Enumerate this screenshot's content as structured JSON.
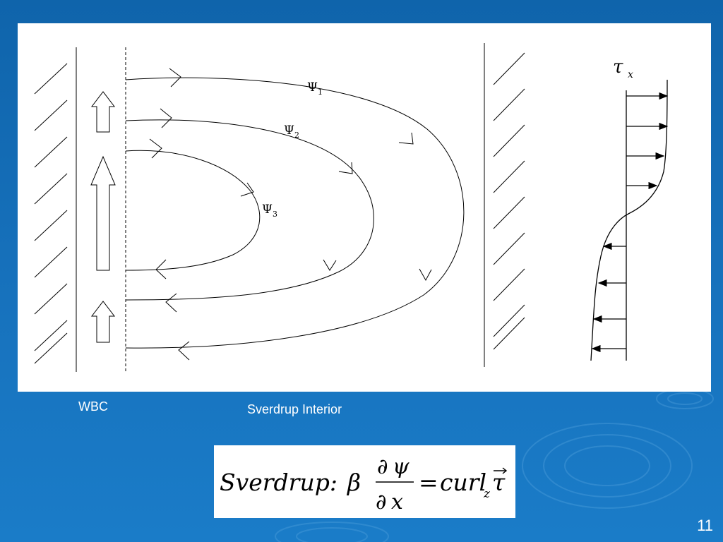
{
  "diagram": {
    "streamlines": [
      {
        "symbol": "Ψ",
        "subscript": "1"
      },
      {
        "symbol": "Ψ",
        "subscript": "2"
      },
      {
        "symbol": "Ψ",
        "subscript": "3"
      }
    ],
    "wind_stress": {
      "symbol": "τ",
      "subscript": "x"
    }
  },
  "captions": {
    "wbc": "WBC",
    "interior": "Sverdrup Interior"
  },
  "equation": {
    "label": "Sverdrup:",
    "beta": "β",
    "partial": "∂",
    "psi": "ψ",
    "x": "x",
    "equals": "=",
    "curl": "curl",
    "curl_subscript": "z",
    "tau": "τ"
  },
  "slide_number": "11",
  "colors": {
    "background": "#1670b8",
    "panel": "#ffffff",
    "ink": "#000000",
    "caption_text": "#ffffff"
  }
}
